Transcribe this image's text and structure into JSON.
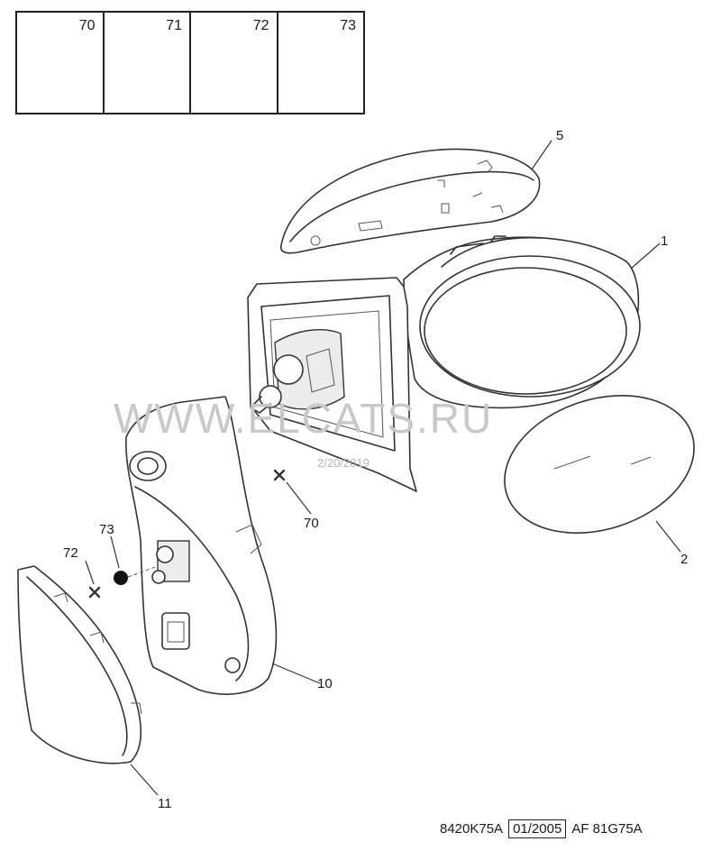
{
  "legend": {
    "cells": [
      "70",
      "71",
      "72",
      "73"
    ]
  },
  "callouts": {
    "c1": "1",
    "c2": "2",
    "c5": "5",
    "c10": "10",
    "c11": "11",
    "c70": "70",
    "c72": "72",
    "c73": "73"
  },
  "watermark": "WWW.ELCATS.RU",
  "date_mark": "2/20/2019",
  "footer": {
    "ref": "8420K75A",
    "date": "01/2005",
    "code": "AF 81G75A"
  }
}
